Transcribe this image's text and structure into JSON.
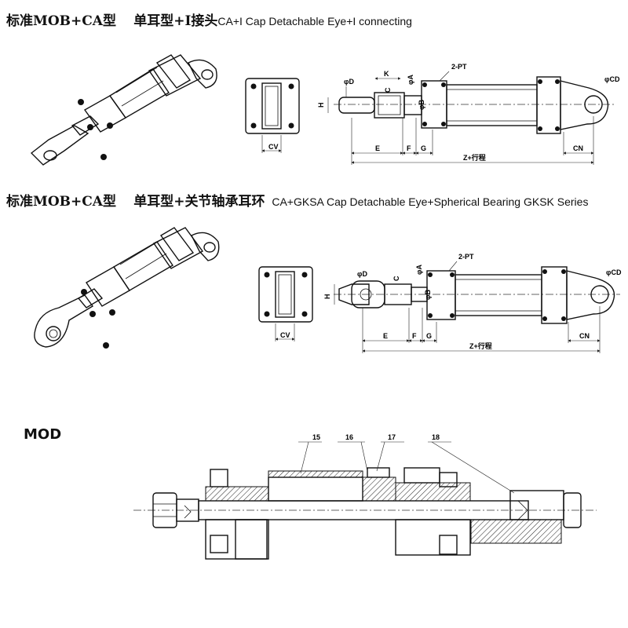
{
  "section1": {
    "title_cn": "标准MOB+CA型",
    "subtitle_cn": "单耳型+I接头",
    "subtitle_en": "CA+I Cap  Detachable Eye+I connecting",
    "labels": {
      "d": "φD",
      "k": "K",
      "a": "φA",
      "b": "φB",
      "pt": "2-PT",
      "cd": "φCD",
      "c": "C",
      "h": "H",
      "cv": "CV",
      "e": "E",
      "f": "F",
      "g": "G",
      "z": "Z+行程",
      "cn": "CN"
    }
  },
  "section2": {
    "title_cn": "标准MOB+CA型",
    "subtitle_cn": "单耳型+关节轴承耳环",
    "subtitle_en": "CA+GKSA Cap  Detachable Eye+Spherical Bearing GKSK Series",
    "labels": {
      "d": "φD",
      "c": "C",
      "a": "φA",
      "b": "φB",
      "pt": "2-PT",
      "cd": "φCD",
      "h": "H",
      "cv": "CV",
      "e": "E",
      "f": "F",
      "g": "G",
      "z": "Z+行程",
      "cn": "CN"
    }
  },
  "section3": {
    "title": "MOD",
    "part_numbers": [
      "15",
      "16",
      "17",
      "18"
    ]
  }
}
